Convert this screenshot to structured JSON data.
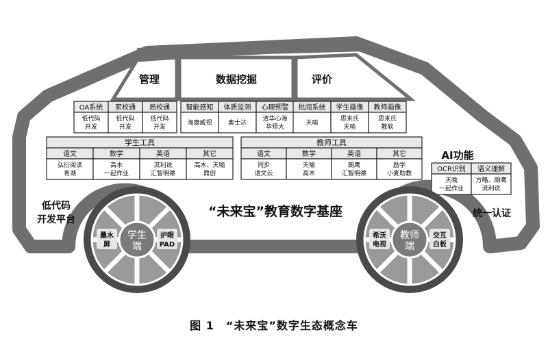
{
  "zones": [
    {
      "id": "manage",
      "label": "管理"
    },
    {
      "id": "data",
      "label": "数据挖掘"
    },
    {
      "id": "eval",
      "label": "评价"
    }
  ],
  "top_tables": [
    {
      "id": "manage",
      "columns": [
        {
          "header": "OA系统",
          "lines": [
            "低代码",
            "开发"
          ]
        },
        {
          "header": "家校通",
          "lines": [
            "低代码",
            "开发"
          ]
        },
        {
          "header": "局校通",
          "lines": [
            "低代码",
            "开发"
          ]
        }
      ]
    },
    {
      "id": "data",
      "columns": [
        {
          "header": "智能感知",
          "lines": [
            "海康威视"
          ]
        },
        {
          "header": "体质监测",
          "lines": [
            "奥士达"
          ]
        },
        {
          "header": "心理预警",
          "lines": [
            "清华心海",
            "华师大"
          ]
        }
      ]
    },
    {
      "id": "eval",
      "columns": [
        {
          "header": "批阅系统",
          "lines": [
            "天喻"
          ]
        },
        {
          "header": "学生画像",
          "lines": [
            "思来氏",
            "天喻"
          ]
        },
        {
          "header": "教师画像",
          "lines": [
            "思来氏",
            "教软"
          ]
        }
      ]
    }
  ],
  "mid_tables": [
    {
      "id": "student",
      "title": "学生工具",
      "columns": [
        {
          "header": "语文",
          "lines": [
            "弘衍阅读",
            "青湖"
          ]
        },
        {
          "header": "数学",
          "lines": [
            "高木",
            "一起作业"
          ]
        },
        {
          "header": "英语",
          "lines": [
            "流利说",
            "汇智明德"
          ]
        },
        {
          "header": "其它",
          "lines": [
            "高木、天喻",
            "鼎创"
          ]
        }
      ]
    },
    {
      "id": "teacher",
      "title": "教师工具",
      "columns": [
        {
          "header": "语文",
          "lines": [
            "同步",
            "语文云"
          ]
        },
        {
          "header": "数学",
          "lines": [
            "天喻",
            "高木"
          ]
        },
        {
          "header": "英语",
          "lines": [
            "朗鹰",
            "汇智明德"
          ]
        },
        {
          "header": "其它",
          "lines": [
            "励学",
            "小麦助教"
          ]
        }
      ]
    }
  ],
  "ai": {
    "title": "AI功能",
    "columns": [
      {
        "header": "OCR识别",
        "lines": [
          "天喻",
          "一起作业"
        ]
      },
      {
        "header": "语义理解",
        "lines": [
          "方略、朗鹰",
          "流利说"
        ]
      }
    ]
  },
  "base": {
    "left": [
      "低代码",
      "开发平台"
    ],
    "center": "“未来宝”教育数字基座",
    "right": "统一认证"
  },
  "wheels": [
    {
      "id": "student",
      "hub": [
        "学生",
        "端"
      ],
      "spokes": [
        [
          "墨水",
          "屏"
        ],
        [
          "护眼",
          "PAD"
        ]
      ]
    },
    {
      "id": "teacher",
      "hub": [
        "教师",
        "端"
      ],
      "spokes": [
        [
          "希沃",
          "电视"
        ],
        [
          "交互",
          "白板"
        ]
      ]
    }
  ],
  "colors": {
    "body_gray": "#6f6f6f",
    "wheel_dark": "#4a4a4a",
    "hub": "#7a7a7a",
    "cell_bg": "#ffffff",
    "hdr_bg": "#e9e9e9"
  },
  "caption": "图 1　“未来宝”数字生态概念车"
}
